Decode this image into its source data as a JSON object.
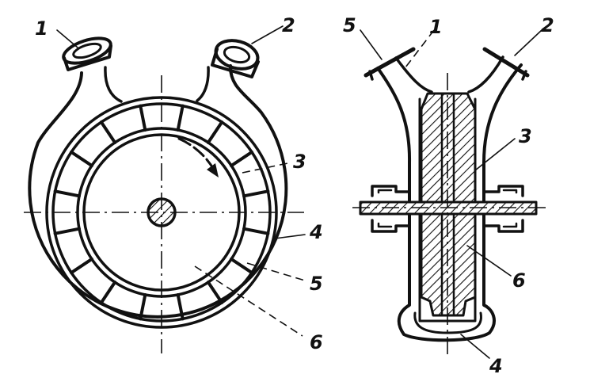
{
  "figure": {
    "front_view": {
      "labels": [
        "1",
        "2",
        "3",
        "4",
        "5",
        "6"
      ]
    },
    "side_view": {
      "labels": [
        "5",
        "1",
        "2",
        "3",
        "6",
        "4"
      ]
    }
  }
}
